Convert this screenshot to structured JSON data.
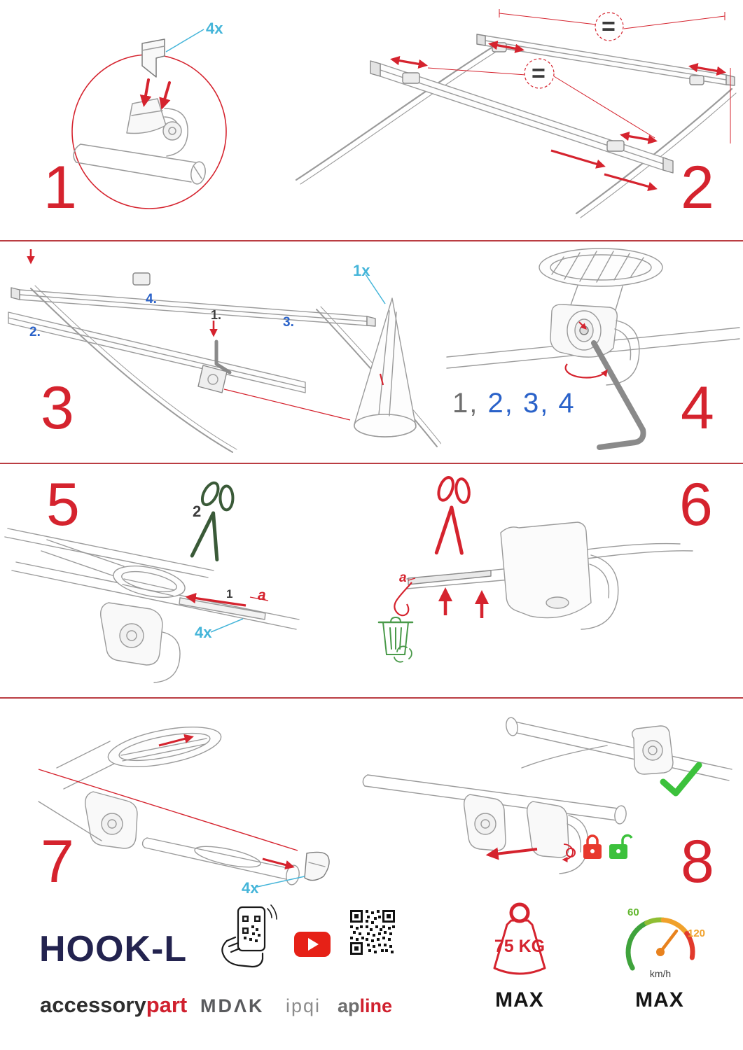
{
  "colors": {
    "accent_red": "#d5232e",
    "cyan": "#45b5d9",
    "blue": "#2a62c9",
    "navy": "#23234f",
    "green": "#3cc13c",
    "sketch_gray": "#9b9b9b"
  },
  "step1": {
    "number": "1",
    "qty": "4x"
  },
  "step2": {
    "number": "2",
    "equal_top": "=",
    "equal_bottom": "="
  },
  "step3": {
    "number": "3",
    "qty": "1x",
    "sub1": "1.",
    "sub2": "2.",
    "sub3": "3.",
    "sub4": "4."
  },
  "step4": {
    "number": "4",
    "seq_gray": "1,",
    "seq_blue": "2, 3, 4"
  },
  "step5": {
    "number": "5",
    "order_cut": "2",
    "order_insert": "1",
    "dim": "a",
    "qty": "4x"
  },
  "step6": {
    "number": "6",
    "dim": "a"
  },
  "step7": {
    "number": "7",
    "qty": "4x"
  },
  "step8": {
    "number": "8"
  },
  "footer": {
    "product": "HOOK-L",
    "brand_black": "accessory",
    "brand_red": "part",
    "logo_mdak": "MDΛK",
    "logo_ipqi": "ipqi",
    "logo_ap": "ap",
    "logo_line": "line",
    "weight_value": "75 KG",
    "weight_max": "MAX",
    "speed_low": "60",
    "speed_high": "120",
    "speed_unit": "km/h",
    "speed_max": "MAX"
  }
}
